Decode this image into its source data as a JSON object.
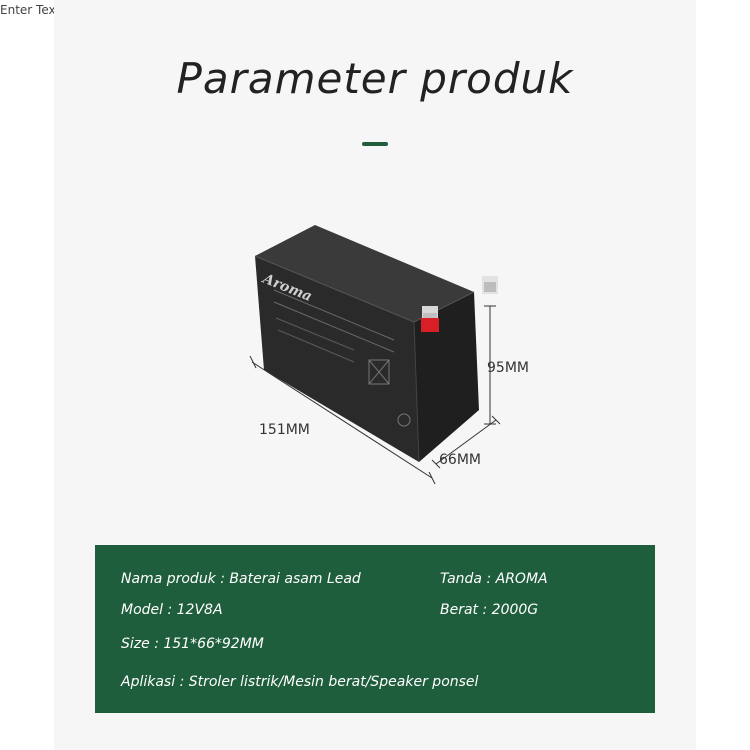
{
  "corner_text": "Enter Text",
  "title": "Parameter produk",
  "colors": {
    "accent": "#1f5e3c",
    "panel": "#f6f6f7",
    "battery": "#2a2a2a"
  },
  "battery": {
    "brand": "Aroma",
    "dimensions": {
      "length": "151MM",
      "width": "66MM",
      "height": "95MM"
    }
  },
  "specs": {
    "nama": "Nama produk :  Baterai asam Lead",
    "tanda": "Tanda : AROMA",
    "model": "Model : 12V8A",
    "berat": "Berat : 2000G",
    "size": "Size : 151*66*92MM",
    "aplikasi": "Aplikasi : Stroler listrik/Mesin berat/Speaker ponsel"
  }
}
